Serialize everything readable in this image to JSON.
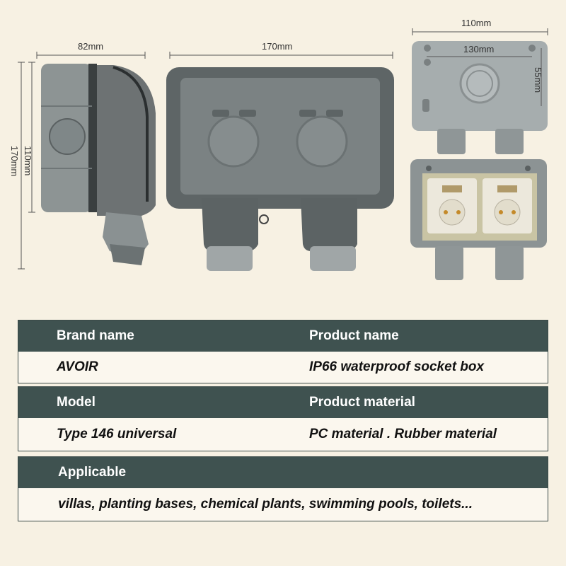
{
  "dimensions": {
    "side_width": "82mm",
    "front_width": "170mm",
    "side_height_inner": "110mm",
    "side_height_outer": "170mm",
    "back_width_outer": "110mm",
    "back_width_inner": "130mm",
    "back_height": "55mm"
  },
  "table": {
    "row1": {
      "h_left": "Brand name",
      "h_right": "Product name",
      "v_left": "AVOIR",
      "v_right": "IP66 waterproof socket box"
    },
    "row2": {
      "h_left": "Model",
      "h_right": "Product material",
      "v_left": "Type 146 universal",
      "v_right": "PC material . Rubber material"
    },
    "row3": {
      "h_left": "Applicable",
      "v_left": "villas, planting bases, chemical plants, swimming pools, toilets..."
    }
  },
  "colors": {
    "header_bg": "#3f5250",
    "page_bg": "#f7f1e3",
    "box_gray": "#8a9090"
  }
}
